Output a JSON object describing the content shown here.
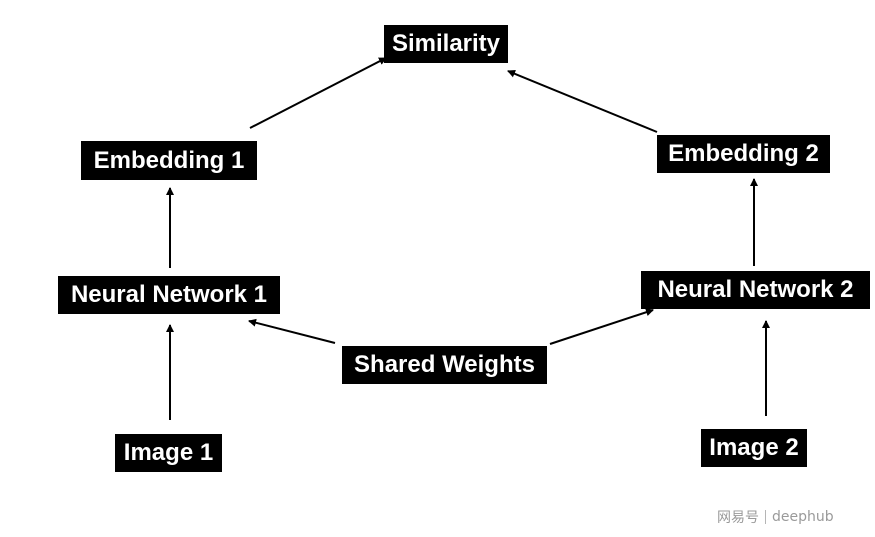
{
  "nodes": {
    "similarity": "Similarity",
    "embedding_1": "Embedding 1",
    "embedding_2": "Embedding 2",
    "neural_network_1": "Neural Network 1",
    "neural_network_2": "Neural Network 2",
    "shared_weights": "Shared Weights",
    "image_1": "Image 1",
    "image_2": "Image 2"
  },
  "edges": [
    {
      "from": "image_1",
      "to": "neural_network_1"
    },
    {
      "from": "neural_network_1",
      "to": "embedding_1"
    },
    {
      "from": "embedding_1",
      "to": "similarity"
    },
    {
      "from": "image_2",
      "to": "neural_network_2"
    },
    {
      "from": "neural_network_2",
      "to": "embedding_2"
    },
    {
      "from": "embedding_2",
      "to": "similarity"
    },
    {
      "from": "shared_weights",
      "to": "neural_network_1"
    },
    {
      "from": "shared_weights",
      "to": "neural_network_2"
    }
  ],
  "watermark": {
    "brand": "网易号",
    "author": "deephub"
  }
}
